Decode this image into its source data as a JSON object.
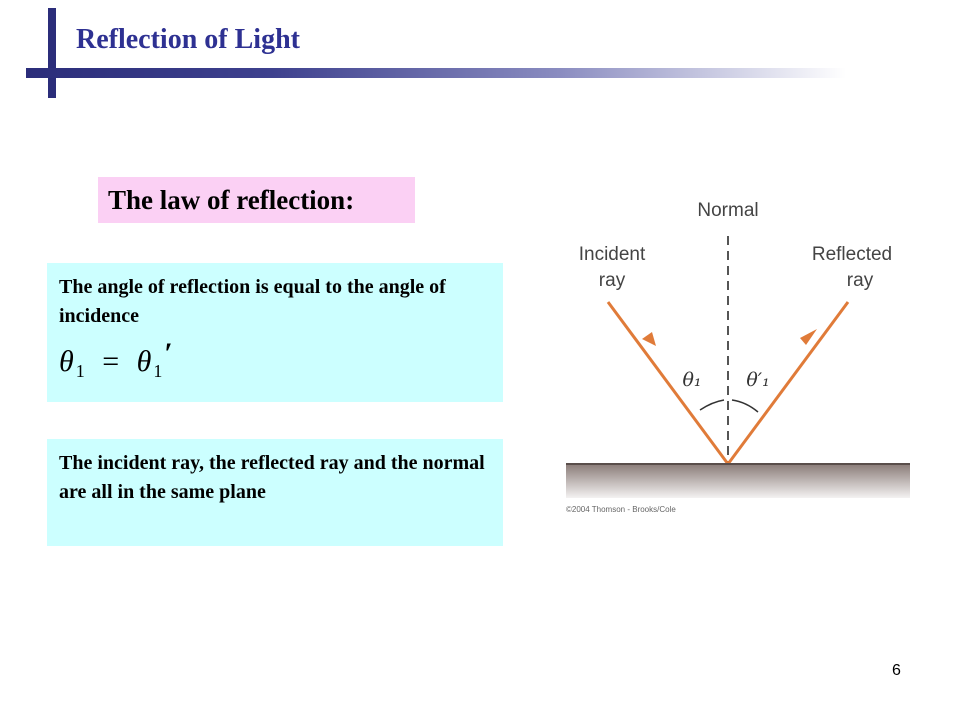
{
  "slide": {
    "title": "Reflection of Light",
    "page_number": "6"
  },
  "law": {
    "heading": "The law of reflection:",
    "statement1": "The angle of reflection is equal to the angle of incidence",
    "statement2": "The incident ray, the reflected ray and the normal are all in the same plane",
    "formula": {
      "theta": "θ",
      "subscript": "1",
      "equals": "=",
      "prime": "′"
    }
  },
  "diagram": {
    "normal_label": "Normal",
    "incident_label": [
      "Incident",
      "ray"
    ],
    "reflected_label": [
      "Reflected",
      "ray"
    ],
    "angle_incident_label": "θ₁",
    "angle_reflected_label": "θ′₁",
    "credit": "©2004 Thomson - Brooks/Cole",
    "ray_color": "#e07b39",
    "surface_color": "#8a7c78"
  }
}
